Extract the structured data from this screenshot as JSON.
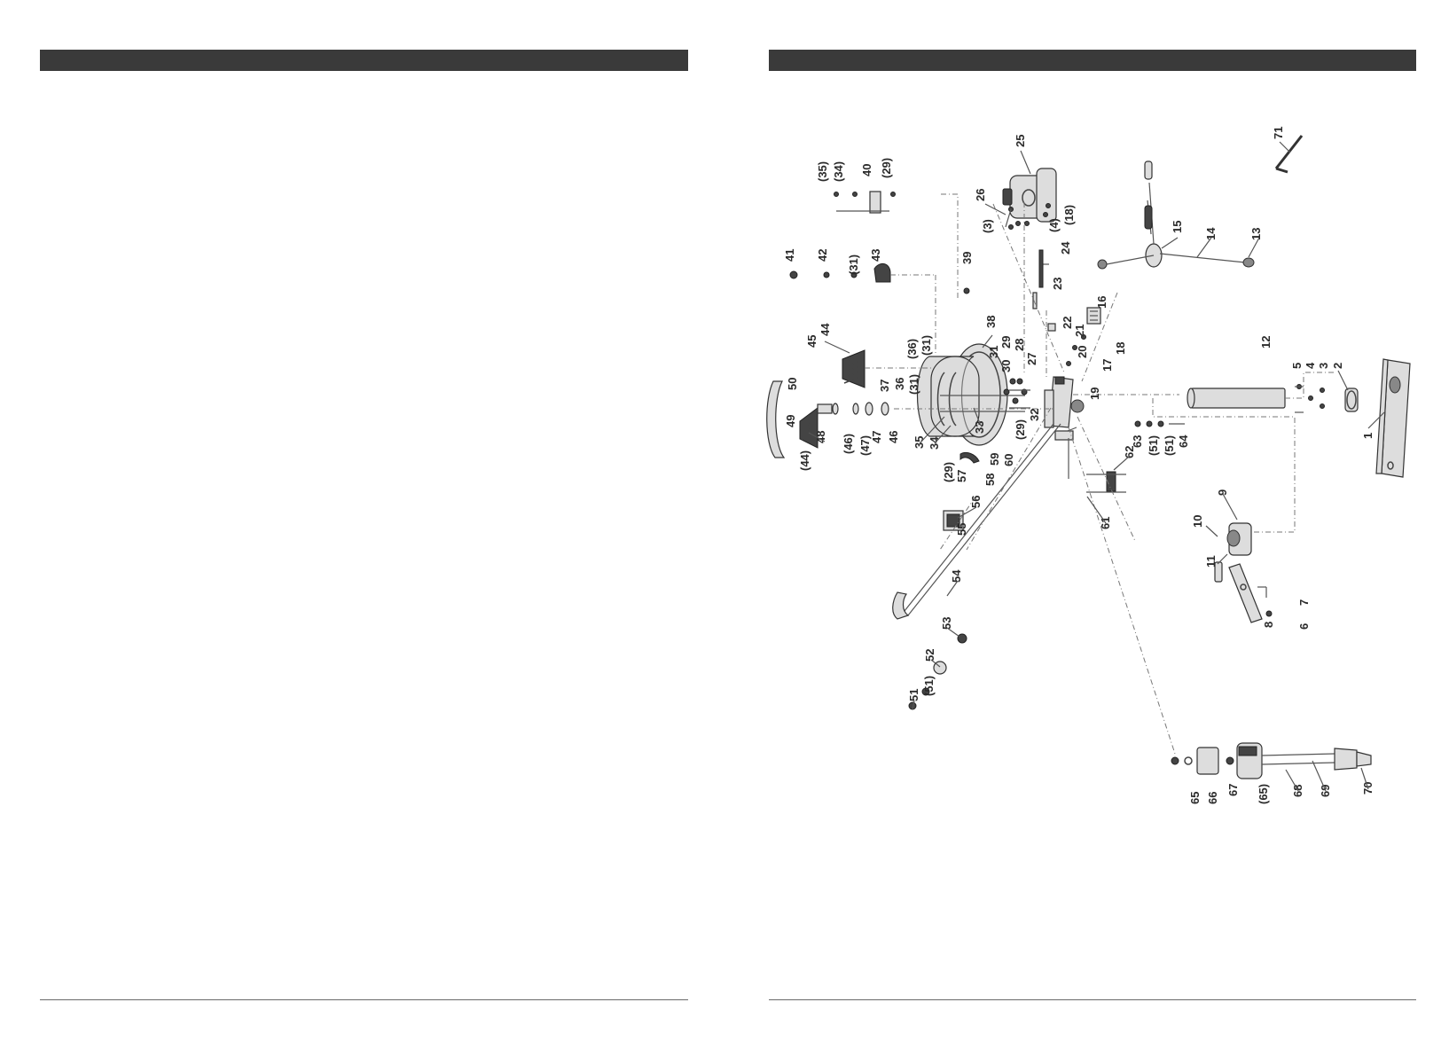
{
  "labels": {
    "l1": "1",
    "l2": "2",
    "l3": "3",
    "l4": "4",
    "l5": "5",
    "l6": "6",
    "l7": "7",
    "l8": "8",
    "l9": "9",
    "l10": "10",
    "l11": "11",
    "l12": "12",
    "l13": "13",
    "l14": "14",
    "l15": "15",
    "l16": "16",
    "l17": "17",
    "l18": "18",
    "l19": "19",
    "l20": "20",
    "l21": "21",
    "l22": "22",
    "l23": "23",
    "l24": "24",
    "l25": "25",
    "l26": "26",
    "l27": "27",
    "l28": "28",
    "l29": "29",
    "l30": "30",
    "l31": "31",
    "l32": "32",
    "l33": "33",
    "l34": "34",
    "l35": "35",
    "l36": "36",
    "l37": "37",
    "l38": "38",
    "l39": "39",
    "l40": "40",
    "l41": "41",
    "l42": "42",
    "l43": "43",
    "l44": "44",
    "l45": "45",
    "l46": "46",
    "l47": "47",
    "l48": "48",
    "l49": "49",
    "l50": "50",
    "l51": "51",
    "l52": "52",
    "l53": "53",
    "l54": "54",
    "l55": "55",
    "l56": "56",
    "l57": "57",
    "l58": "58",
    "l59": "59",
    "l60": "60",
    "l61": "61",
    "l62": "62",
    "l63": "63",
    "l64": "64",
    "l65": "65",
    "l66": "66",
    "l67": "67",
    "l68": "68",
    "l69": "69",
    "l70": "70",
    "l71": "71",
    "r3": "(3)",
    "r4": "(4)",
    "r18": "(18)",
    "r29a": "(29)",
    "r29b": "(29)",
    "r29c": "(29)",
    "r31a": "(31)",
    "r31b": "(31)",
    "r31c": "(31)",
    "r34": "(34)",
    "r35": "(35)",
    "r36": "(36)",
    "r44": "(44)",
    "r46": "(46)",
    "r47": "(47)",
    "r51a": "(51)",
    "r51b": "(51)",
    "r51c": "(51)",
    "r65": "(65)"
  }
}
